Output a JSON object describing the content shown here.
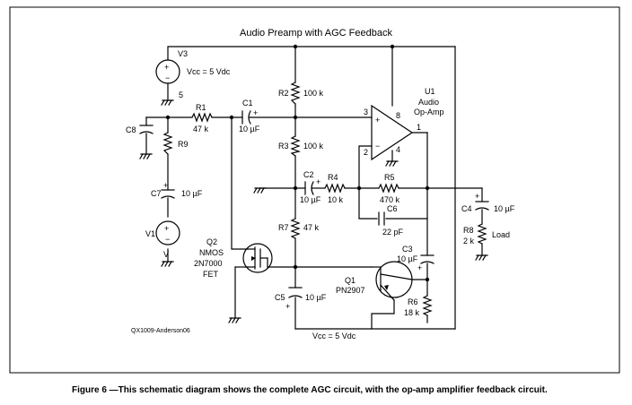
{
  "diagram": {
    "title": "Audio Preamp with AGC Feedback",
    "credit": "QX1009-Anderson06",
    "caption": "Figure 6 —This schematic diagram shows the complete AGC circuit, with the op-amp amplifier feedback circuit.",
    "v3": {
      "name": "V3",
      "value": "Vcc = 5 Vdc",
      "pin": "5"
    },
    "r1": {
      "name": "R1",
      "value": "47 k"
    },
    "c1": {
      "name": "C1",
      "value": "10 µF"
    },
    "c8": {
      "name": "C8"
    },
    "r9": {
      "name": "R9"
    },
    "c7": {
      "name": "C7",
      "value": "10 µF"
    },
    "v1": {
      "name": "V1",
      "pin": "V"
    },
    "r2": {
      "name": "R2",
      "value": "100 k"
    },
    "r3": {
      "name": "R3",
      "value": "100 k"
    },
    "u1": {
      "name": "U1",
      "line1": "Audio",
      "line2": "Op-Amp",
      "pin_plus": "3",
      "pin_minus": "2",
      "pin_out": "1",
      "pin_vcc": "8",
      "pin_gnd": "4"
    },
    "c2": {
      "name": "C2",
      "value": "10 µF"
    },
    "r4": {
      "name": "R4",
      "value": "10 k"
    },
    "r5": {
      "name": "R5",
      "value": "470 k"
    },
    "c6": {
      "name": "C6",
      "value": "22 pF"
    },
    "c4": {
      "name": "C4",
      "value": "10 µF"
    },
    "r8": {
      "name": "R8",
      "value": "2 k",
      "label": "Load"
    },
    "r7": {
      "name": "R7",
      "value": "47 k"
    },
    "q2": {
      "name": "Q2",
      "line1": "NMOS",
      "line2": "2N7000",
      "line3": "FET"
    },
    "c3": {
      "name": "C3",
      "value": "10 µF"
    },
    "q1": {
      "name": "Q1",
      "value": "PN2907"
    },
    "r6": {
      "name": "R6",
      "value": "18 k"
    },
    "c5": {
      "name": "C5",
      "value": "10 µF"
    },
    "vcc_bottom": "Vcc = 5 Vdc"
  }
}
